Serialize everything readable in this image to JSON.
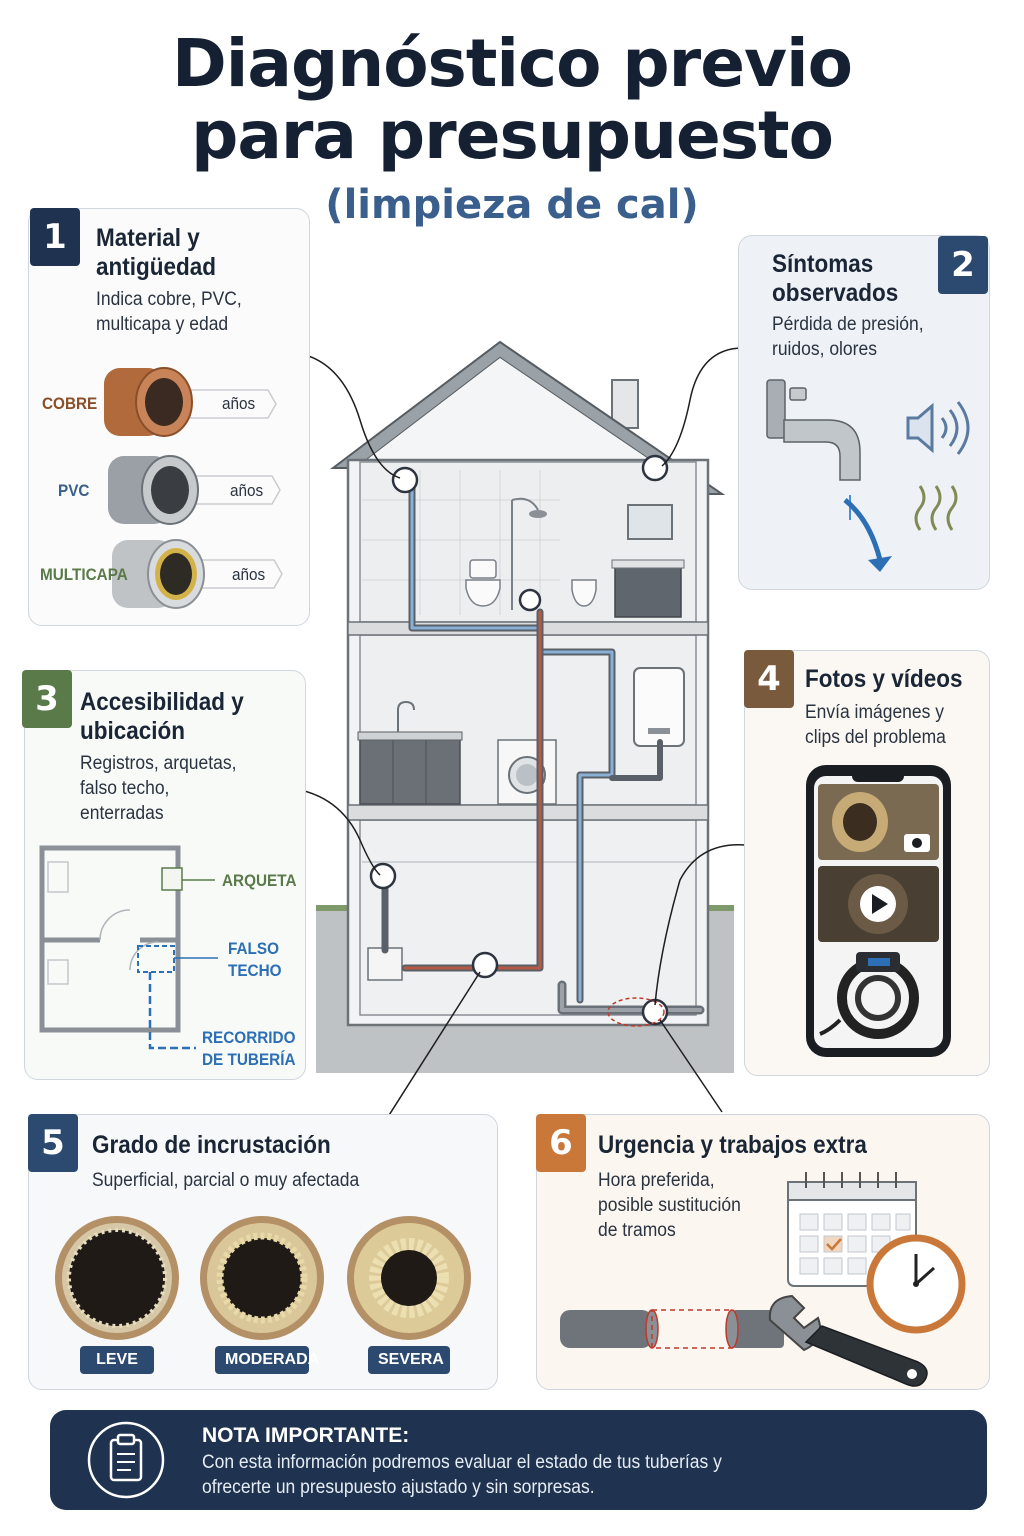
{
  "header": {
    "title_line1": "Diagnóstico previo",
    "title_line2": "para presupuesto",
    "subtitle": "(limpieza de cal)"
  },
  "colors": {
    "navy": "#1f3350",
    "green": "#5b7a4a",
    "brown": "#7a5a3c",
    "orange": "#c9783a",
    "copper": "#b06a3c",
    "blue_accent": "#2c6fb5"
  },
  "panels": {
    "p1": {
      "number": "1",
      "title_line1": "Material y",
      "title_line2": "antigüedad",
      "desc_line1": "Indica cobre, PVC,",
      "desc_line2": "multicapa y edad",
      "materials": [
        {
          "name": "COBRE",
          "age": "años"
        },
        {
          "name": "PVC",
          "age": "años"
        },
        {
          "name": "MULTICAPA",
          "age": "años"
        }
      ]
    },
    "p2": {
      "number": "2",
      "title_line1": "Síntomas",
      "title_line2": "observados",
      "desc_line1": "Pérdida de presión,",
      "desc_line2": "ruidos, olores",
      "icons": [
        "faucet-icon",
        "speaker-icon",
        "odor-icon"
      ]
    },
    "p3": {
      "number": "3",
      "title_line1": "Accesibilidad y",
      "title_line2": "ubicación",
      "desc_line1": "Registros, arquetas,",
      "desc_line2": "falso techo,",
      "desc_line3": "enterradas",
      "plan_labels": {
        "arqueta": "ARQUETA",
        "falso_line1": "FALSO",
        "falso_line2": "TECHO",
        "recorrido_line1": "RECORRIDO",
        "recorrido_line2": "DE TUBERÍA"
      }
    },
    "p4": {
      "number": "4",
      "title": "Fotos y vídeos",
      "desc_line1": "Envía imágenes y",
      "desc_line2": "clips del problema",
      "icons": [
        "phone-icon",
        "camera-icon",
        "play-icon",
        "inspection-camera-icon"
      ]
    },
    "p5": {
      "number": "5",
      "title": "Grado de incrustación",
      "desc": "Superficial, parcial o muy afectada",
      "levels": [
        "LEVE",
        "MODERADA",
        "SEVERA"
      ]
    },
    "p6": {
      "number": "6",
      "title": "Urgencia y trabajos extra",
      "desc_line1": "Hora preferida,",
      "desc_line2": "posible sustitución",
      "desc_line3": "de tramos",
      "icons": [
        "calendar-icon",
        "clock-icon",
        "pipe-section-icon",
        "wrench-icon"
      ]
    }
  },
  "note": {
    "title": "NOTA IMPORTANTE:",
    "text_line1": "Con esta información podremos evaluar el estado de tus tuberías y",
    "text_line2": "ofrecerte un presupuesto ajustado y sin sorpresas.",
    "icon": "clipboard-icon"
  }
}
